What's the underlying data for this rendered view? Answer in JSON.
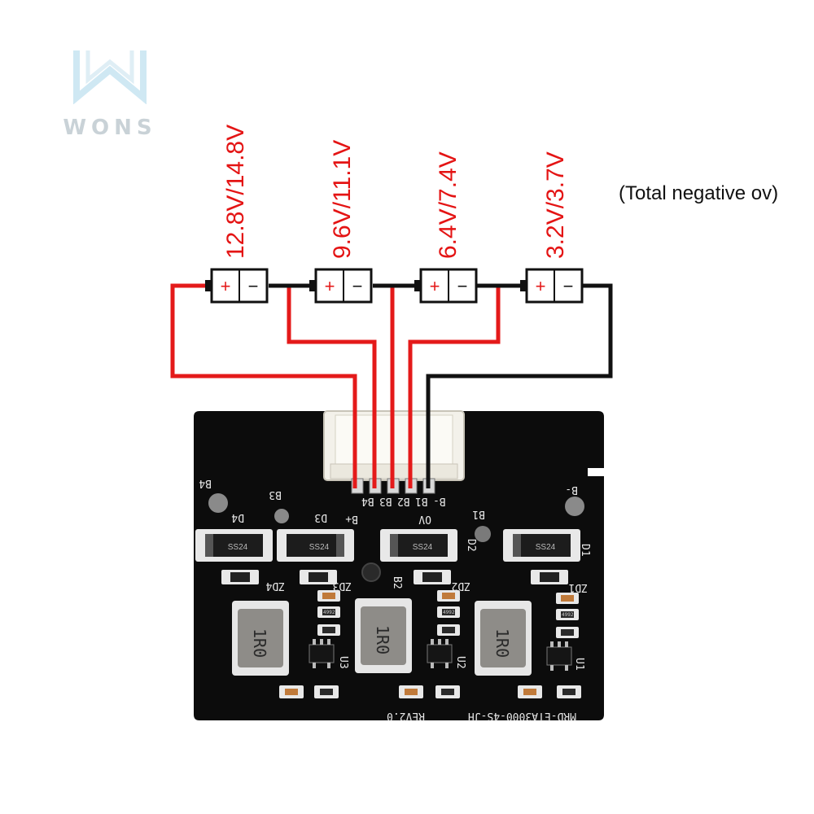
{
  "logo": {
    "text": "WONS"
  },
  "voltages": [
    "12.8V/14.8V",
    "9.6V/11.1V",
    "6.4V/7.4V",
    "3.2V/3.7V"
  ],
  "note": "(Total negative ov)",
  "battery": {
    "plus": "+",
    "minus": "−"
  },
  "connector_pins": [
    "B4",
    "B3",
    "B2",
    "B1",
    "B-"
  ],
  "board": {
    "labels": {
      "b4": "B4",
      "b3": "B3",
      "b2": "B2",
      "b1": "B1",
      "bminus": "B-",
      "bplus": "B+",
      "ov": "OV",
      "d1": "D1",
      "d2": "D2",
      "d3": "D3",
      "d4": "D4",
      "zd1": "ZD1",
      "zd2": "ZD2",
      "zd3": "ZD3",
      "zd4": "ZD4",
      "u1": "U1",
      "u2": "U2",
      "u3": "U3",
      "diode_mark": "SS24",
      "inductor_mark": "1R0",
      "ic_mark": "4992",
      "model": "MRD-ETA3000-4S-JH",
      "rev": "REV2.0"
    }
  },
  "colors": {
    "red_wire": "#e41a1a",
    "black_wire": "#111111",
    "pcb": "#0c0c0c",
    "silkscreen": "#e9e9e9"
  }
}
